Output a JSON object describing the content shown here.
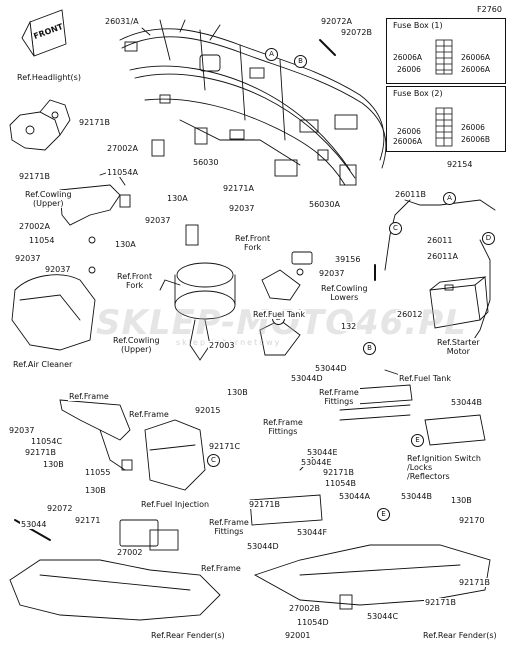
{
  "diagram_code": "F2760",
  "front_label": "FRONT",
  "watermark": "SKLEP-MOTO46.PL",
  "watermark_sub": "sklep internetowy",
  "fuse_box_1": {
    "title": "Fuse Box (1)",
    "left": [
      "26006A",
      "26006"
    ],
    "right": [
      "26006A",
      "26006A"
    ]
  },
  "fuse_box_2": {
    "title": "Fuse Box (2)",
    "left": [
      "26006",
      "26006A"
    ],
    "right": [
      "26006",
      "26006B"
    ]
  },
  "callouts": [
    "A",
    "B",
    "C",
    "D",
    "A",
    "C",
    "D",
    "B",
    "E",
    "C",
    "E"
  ],
  "labels": {
    "p26031A": "26031/A",
    "p92072A": "92072A",
    "p92072B": "92072B",
    "ref_headlight": "Ref.Headlight(s)",
    "p92171B_1": "92171B",
    "p92171B_2": "92171B",
    "p27002A_1": "27002A",
    "p56030": "56030",
    "p11054A": "11054A",
    "ref_cowling_upper_1": "Ref.Cowling\n(Upper)",
    "p130A_1": "130A",
    "p92171A": "92171A",
    "p56030A": "56030A",
    "p92154": "92154",
    "p26011B": "26011B",
    "p26011": "26011",
    "p27002A_2": "27002A",
    "p11054": "11054",
    "p130A_2": "130A",
    "p92037_1": "92037",
    "p92037_2": "92037",
    "ref_front_fork_1": "Ref.Front\nFork",
    "p39156": "39156",
    "p92037_3": "92037",
    "p26011A": "26011A",
    "p92037_4": "92037",
    "p92037_5": "92037",
    "ref_front_fork_2": "Ref.Front\nFork",
    "ref_cowling_lowers": "Ref.Cowling\nLowers",
    "ref_fuel_tank_1": "Ref.Fuel Tank",
    "p26012": "26012",
    "p132": "132",
    "ref_cowling_upper_2": "Ref.Cowling\n(Upper)",
    "p27003": "27003",
    "ref_air_cleaner": "Ref.Air Cleaner",
    "ref_starter_motor": "Ref.Starter\nMotor",
    "p53044D_1": "53044D",
    "p53044D_2": "53044D",
    "ref_frame_1": "Ref.Frame",
    "ref_frame_fittings_1": "Ref.Frame\nFittings",
    "ref_fuel_tank_2": "Ref.Fuel Tank",
    "ref_frame_2": "Ref.Frame",
    "p130B_1": "130B",
    "p92015": "92015",
    "p92037_6": "92037",
    "p11054C": "11054C",
    "p92171B_3": "92171B",
    "p92171C": "92171C",
    "p130B_2": "130B",
    "p11055": "11055",
    "p130B_3": "130B",
    "p53044B_1": "53044B",
    "ref_frame_fittings_2": "Ref.Frame\nFittings",
    "p53044E": "53044E",
    "p53044E_2": "53044E",
    "p92171B_4": "92171B",
    "p11054B": "11054B",
    "ref_ignition": "Ref.Ignition Switch\n/Locks\n/Reflectors",
    "ref_fuel_injection": "Ref.Fuel Injection",
    "p53044A": "53044A",
    "p53044B_2": "53044B",
    "p130B_4": "130B",
    "p92171B_5": "92171B",
    "p92072": "92072",
    "p92171": "92171",
    "p53044": "53044",
    "p27002": "27002",
    "ref_frame_fittings_3": "Ref.Frame\nFittings",
    "p53044F": "53044F",
    "p53044D_3": "53044D",
    "p92170": "92170",
    "ref_frame_3": "Ref.Frame",
    "p92171B_6": "92171B",
    "p27002B": "27002B",
    "p92171B_7": "92171B",
    "p11054D": "11054D",
    "p53044C": "53044C",
    "p92001": "92001",
    "ref_rear_fender_1": "Ref.Rear Fender(s)",
    "ref_rear_fender_2": "Ref.Rear Fender(s)"
  }
}
